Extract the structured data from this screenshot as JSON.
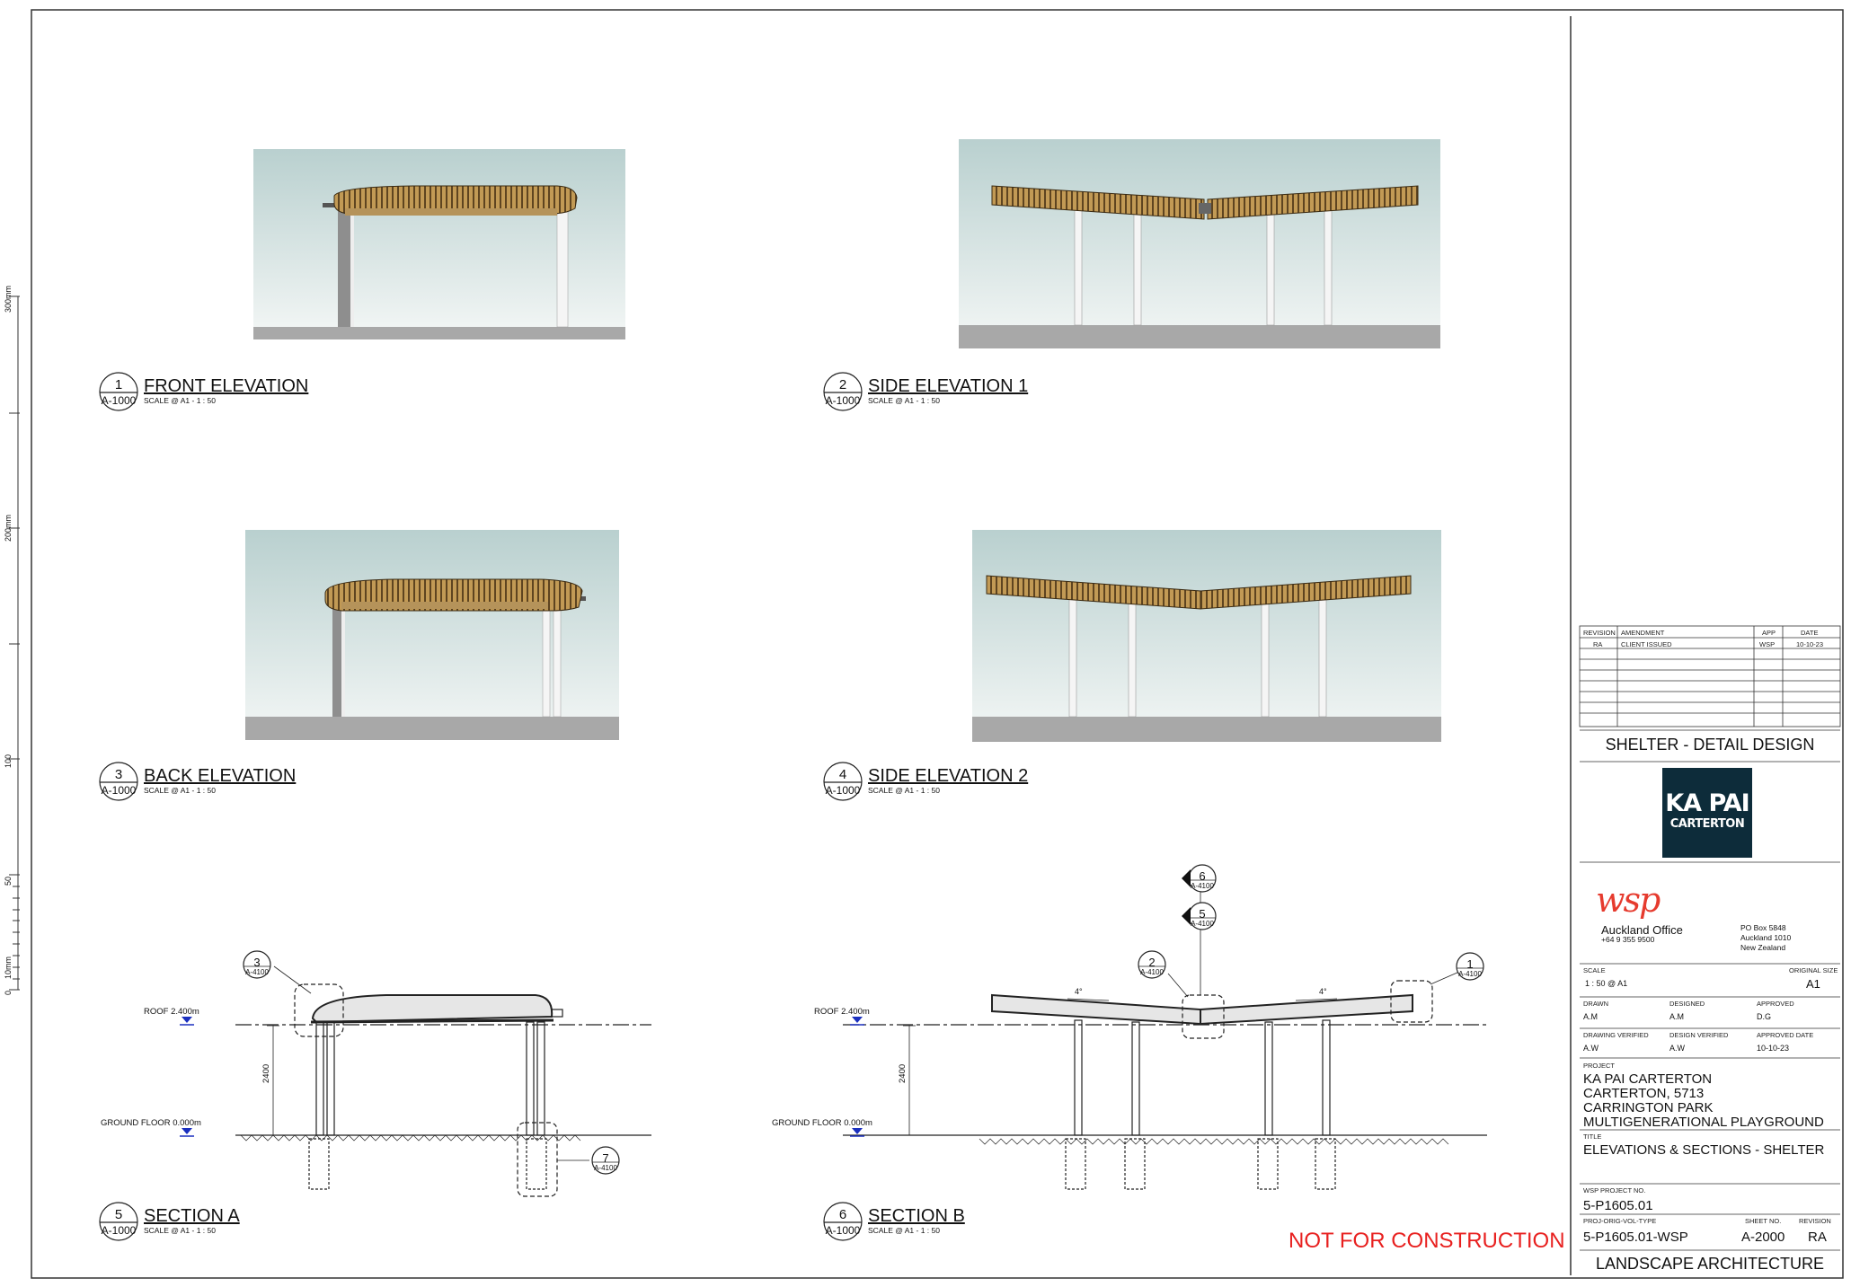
{
  "scale_bar": {
    "ticks": [
      "300mm",
      "200mm",
      "100",
      "50",
      "10mm",
      "0"
    ]
  },
  "views": [
    {
      "num": "1",
      "ref": "A-1000",
      "title": "FRONT ELEVATION",
      "scale": "SCALE @ A1 -  1 : 50"
    },
    {
      "num": "2",
      "ref": "A-1000",
      "title": "SIDE ELEVATION 1",
      "scale": "SCALE @ A1 -  1 : 50"
    },
    {
      "num": "3",
      "ref": "A-1000",
      "title": "BACK ELEVATION",
      "scale": "SCALE @ A1 -  1 : 50"
    },
    {
      "num": "4",
      "ref": "A-1000",
      "title": "SIDE ELEVATION 2",
      "scale": "SCALE @ A1 -  1 : 50"
    },
    {
      "num": "5",
      "ref": "A-1000",
      "title": "SECTION A",
      "scale": "SCALE @ A1 -  1 : 50"
    },
    {
      "num": "6",
      "ref": "A-1000",
      "title": "SECTION B",
      "scale": "SCALE @ A1 -  1 : 50"
    }
  ],
  "section_a": {
    "roof_level": "ROOF 2.400m",
    "ground_level": "GROUND FLOOR 0.000m",
    "dimension": "2400",
    "callout_3": {
      "num": "3",
      "ref": "A-4100"
    },
    "callout_7": {
      "num": "7",
      "ref": "A-4100"
    }
  },
  "section_b": {
    "roof_level": "ROOF 2.400m",
    "ground_level": "GROUND FLOOR 0.000m",
    "dimension": "2400",
    "slope_left": "4°",
    "slope_right": "4°",
    "callout_1": {
      "num": "1",
      "ref": "A-4100"
    },
    "callout_2": {
      "num": "2",
      "ref": "A-4100"
    },
    "section_6": {
      "num": "6",
      "ref": "A-4100"
    },
    "section_5": {
      "num": "5",
      "ref": "A-4100"
    }
  },
  "stamp": "NOT FOR CONSTRUCTION",
  "title_block": {
    "revision_table": {
      "headers": [
        "REVISION",
        "AMENDMENT",
        "APP",
        "DATE"
      ],
      "rows": [
        [
          "RA",
          "CLIENT ISSUED",
          "WSP",
          "10-10-23"
        ]
      ]
    },
    "drawing_set_title": "SHELTER - DETAIL DESIGN",
    "client_logo_line1": "KA PAI",
    "client_logo_line2": "CARTERTON",
    "wsp_logo": "wsp",
    "office": "Auckland Office",
    "phone": "+64 9 355 9500",
    "po_box": [
      "PO Box 5848",
      "Auckland 1010",
      "New Zealand"
    ],
    "scale_label": "SCALE",
    "scale_value": "1 : 50 @ A1",
    "original_size_label": "ORIGINAL SIZE",
    "original_size_value": "A1",
    "drawn_label": "DRAWN",
    "drawn": "A.M",
    "designed_label": "DESIGNED",
    "designed": "A.M",
    "approved_label": "APPROVED",
    "approved": "D.G",
    "drawing_verified_label": "DRAWING VERIFIED",
    "drawing_verified": "A.W",
    "design_verified_label": "DESIGN VERIFIED",
    "design_verified": "A.W",
    "approved_date_label": "APPROVED DATE",
    "approved_date": "10-10-23",
    "project_label": "PROJECT",
    "project_lines": [
      "KA PAI CARTERTON",
      "CARTERTON, 5713",
      "CARRINGTON PARK",
      "MULTIGENERATIONAL PLAYGROUND"
    ],
    "title_label": "TITLE",
    "title_value": "ELEVATIONS & SECTIONS - SHELTER",
    "wsp_project_label": "WSP PROJECT NO.",
    "wsp_project_value": "5-P1605.01",
    "proj_code_label": "PROJ-ORIG-VOL-TYPE",
    "proj_code_value": "5-P1605.01-WSP",
    "sheet_no_label": "SHEET NO.",
    "sheet_no_value": "A-2000",
    "revision_label": "REVISION",
    "revision_value": "RA",
    "discipline": "LANDSCAPE ARCHITECTURE"
  },
  "colors": {
    "sky_top": "#b9d0cf",
    "sky_bottom": "#f4f7f6",
    "ground": "#a8a8a8",
    "timber": "#b08a4a",
    "timber_dark": "#6d5024",
    "level_marker": "#1a2fbf",
    "stamp": "#e8201f",
    "wsp_red": "#e63b2e",
    "logo_bg": "#0d2c3a"
  }
}
